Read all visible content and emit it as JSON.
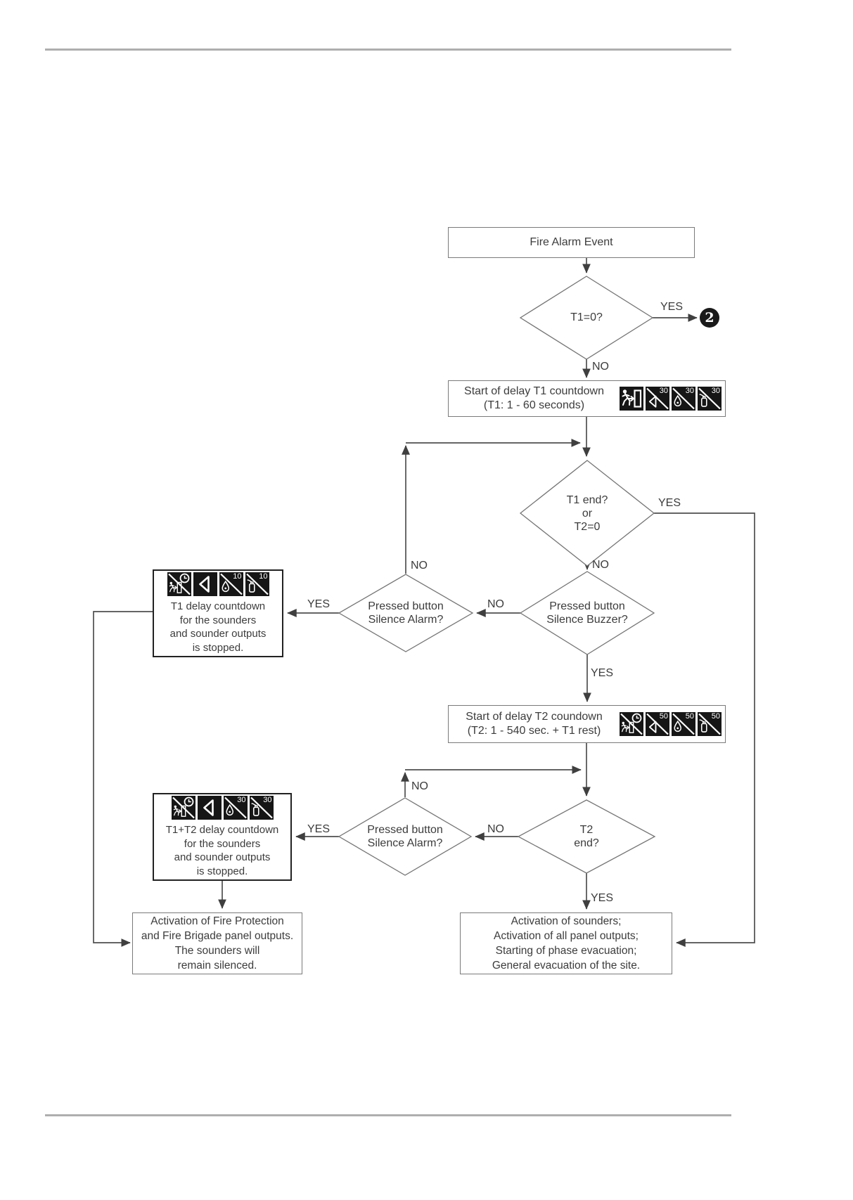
{
  "labels": {
    "yes": "YES",
    "no": "NO"
  },
  "connector": {
    "ref": "2"
  },
  "nodes": {
    "fire_alarm_event": {
      "title": "Fire Alarm Event"
    },
    "t1_zero": {
      "lines": [
        "T1=0?"
      ]
    },
    "t1_start": {
      "lines": [
        "Start of delay T1 countdown",
        "(T1: 1 - 60 seconds)"
      ],
      "icons": [
        {
          "name": "evacuation"
        },
        {
          "name": "sounder-disabled",
          "value": "30"
        },
        {
          "name": "fire-protection-disabled",
          "value": "30"
        },
        {
          "name": "extinguishing-disabled",
          "value": "30"
        }
      ]
    },
    "t1_end": {
      "lines": [
        "T1 end?",
        "or",
        "T2=0"
      ]
    },
    "silence_buzzer": {
      "lines": [
        "Pressed button",
        "Silence Buzzer?"
      ]
    },
    "silence_alarm_1": {
      "lines": [
        "Pressed button",
        "Silence Alarm?"
      ]
    },
    "t1_stopped": {
      "lines": [
        "T1 delay countdown",
        "for the sounders",
        "and sounder outputs",
        "is stopped."
      ],
      "icons": [
        {
          "name": "evacuation-delay-disabled"
        },
        {
          "name": "sounder"
        },
        {
          "name": "fire-protection-disabled",
          "value": "10"
        },
        {
          "name": "extinguishing-disabled",
          "value": "10"
        }
      ]
    },
    "t2_start": {
      "lines": [
        "Start of delay T2 coundown",
        "(T2: 1 - 540 sec. + T1 rest)"
      ],
      "icons": [
        {
          "name": "evacuation-delay-disabled"
        },
        {
          "name": "sounder-disabled",
          "value": "50"
        },
        {
          "name": "fire-protection-disabled",
          "value": "50"
        },
        {
          "name": "extinguishing-disabled",
          "value": "50"
        }
      ]
    },
    "t2_end": {
      "lines": [
        "T2",
        "end?"
      ]
    },
    "silence_alarm_2": {
      "lines": [
        "Pressed button",
        "Silence Alarm?"
      ]
    },
    "t1t2_stopped": {
      "lines": [
        "T1+T2 delay countdown",
        "for the sounders",
        "and sounder outputs",
        "is stopped."
      ],
      "icons": [
        {
          "name": "evacuation-delay-disabled"
        },
        {
          "name": "sounder"
        },
        {
          "name": "fire-protection-disabled",
          "value": "30"
        },
        {
          "name": "extinguishing-disabled",
          "value": "30"
        }
      ]
    },
    "fire_protection_outputs": {
      "lines": [
        "Activation of Fire Protection",
        "and Fire Brigade panel outputs.",
        "The sounders will",
        "remain silenced."
      ]
    },
    "sounders_activation": {
      "lines": [
        "Activation of sounders;",
        "Activation of all panel outputs;",
        "Starting of phase evacuation;",
        "General evacuation of the site."
      ]
    }
  }
}
